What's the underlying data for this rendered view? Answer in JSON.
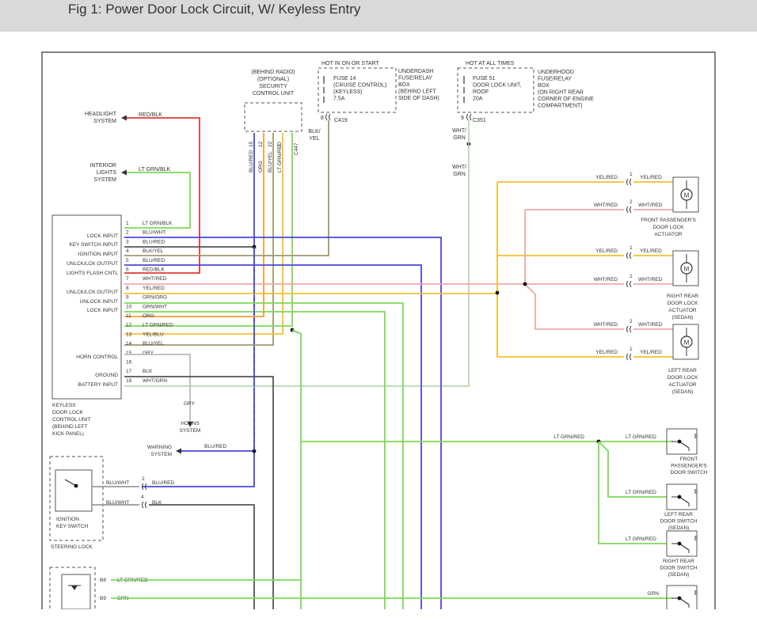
{
  "title": "Fig 1: Power Door Lock Circuit, W/ Keyless Entry",
  "colors": {
    "red": "#e53935",
    "green": "#7ed957",
    "blue": "#4a48d6",
    "orange": "#f0a030",
    "olive": "#a09870",
    "yellow": "#f2c12e",
    "pink": "#f0a8a8",
    "gray": "#888888",
    "dark": "#555555",
    "lightgreen": "#b8d8b0"
  },
  "labels": {
    "headlight": [
      "HEADLIGHT",
      "SYSTEM"
    ],
    "interior": [
      "INTERIOR",
      "LIGHTS",
      "SYSTEM"
    ],
    "security": [
      "(BEHIND RADIO)",
      "(OPTIONAL)",
      "SECURITY",
      "CONTROL UNIT"
    ],
    "hot_run": "HOT IN ON OR START",
    "fuse14": [
      "FUSE 14",
      "(CRUISE CONTROL)",
      "(KEYLESS)",
      "7.5A"
    ],
    "underdash": [
      "UNDERDASH",
      "FUSE/RELAY",
      "BOX",
      "(BEHIND LEFT",
      "SIDE OF DASH)"
    ],
    "hot_all": "HOT AT ALL TIMES",
    "fuse51": [
      "FUSE 51",
      "DOOR LOCK UNIT,",
      "ROOF",
      "20A"
    ],
    "underhood": [
      "UNDERHOOD",
      "FUSE/RELAY",
      "BOX",
      "(ON RIGHT REAR",
      "CORNER OF ENGINE",
      "COMPARTMENT)"
    ],
    "c419": "C419",
    "c351": "C351",
    "pin8": "8",
    "pin9": "9",
    "blkyel": [
      "BLK/",
      "YEL"
    ],
    "whtgrn": [
      "WHT/",
      "GRN"
    ],
    "whtgrn2": [
      "WHT/",
      "GRN"
    ],
    "sec_wires": [
      "BLU/RED",
      "ORG",
      "BLU/YEL",
      "LT GRN/RED"
    ],
    "sec_pins": [
      "15",
      "12",
      "22",
      "2"
    ],
    "c447": "C447",
    "red_blk": "RED/BLK",
    "ltgrnblk": "LT GRN/BLK",
    "fp_actuator": [
      "FRONT PASSENGER'S",
      "DOOR LOCK",
      "ACTUATOR"
    ],
    "rr_actuator": [
      "RIGHT REAR",
      "DOOR LOCK",
      "ACTUATOR",
      "(SEDAN)"
    ],
    "lr_actuator": [
      "LEFT REAR",
      "DOOR LOCK",
      "ACTUATOR",
      "(SEDAN)"
    ],
    "yelred": "YEL/RED",
    "whtred": "WHT/RED",
    "pin1": "1",
    "pin2": "2",
    "keyless_unit": [
      "KEYLESS",
      "DOOR LOCK",
      "CONTROL UNIT",
      "(BEHIND LEFT",
      "KICK PANEL)"
    ],
    "unit_inputs": [
      "LOCK INPUT",
      "KEY SWITCH INPUT",
      "IGNITION INPUT",
      "UNLCK/LCK OUTPUT",
      "LIGHTS FLASH CNTL",
      "UNLCK/LCK OUTPUT",
      "UNLOCK INPUT",
      "LOCK INPUT",
      "HORN CONTROL",
      "GROUND",
      "BATTERY INPUT"
    ],
    "pins": [
      {
        "n": "1",
        "w": "LT GRN/BLK"
      },
      {
        "n": "2",
        "w": "BLU/WHT"
      },
      {
        "n": "3",
        "w": "BLU/RED"
      },
      {
        "n": "4",
        "w": "BLK/YEL"
      },
      {
        "n": "5",
        "w": "BLU/RED"
      },
      {
        "n": "6",
        "w": "RED/BLK"
      },
      {
        "n": "7",
        "w": "WHT/RED"
      },
      {
        "n": "8",
        "w": "YEL/RED"
      },
      {
        "n": "9",
        "w": "GRN/ORG"
      },
      {
        "n": "10",
        "w": "GRN/WHT"
      },
      {
        "n": "11",
        "w": "ORG"
      },
      {
        "n": "12",
        "w": "LT GRN/RED"
      },
      {
        "n": "13",
        "w": "YEL/BLU"
      },
      {
        "n": "14",
        "w": "BLU/YEL"
      },
      {
        "n": "15",
        "w": "GRY"
      },
      {
        "n": "16",
        "w": ""
      },
      {
        "n": "17",
        "w": "BLK"
      },
      {
        "n": "18",
        "w": "WHT/GRN"
      }
    ],
    "gry": "GRY",
    "horns": [
      "HORNS",
      "SYSTEM"
    ],
    "warning": [
      "WARNING",
      "SYSTEM"
    ],
    "blured": "BLU/RED",
    "bluwht": "BLU/WHT",
    "blk": "BLK",
    "pin4": "4",
    "ignition": [
      "IGNITION",
      "KEY SWITCH"
    ],
    "steering": "STEERING LOCK",
    "ltgrnred": "LT GRN/RED",
    "grn": "GRN",
    "b8": "B8",
    "b9": "B9",
    "fp_switch": [
      "FRONT",
      "PASSENGER'S",
      "DOOR SWITCH"
    ],
    "lr_switch": [
      "LEFT REAR",
      "DOOR SWITCH",
      "(SEDAN)"
    ],
    "rr_switch": [
      "RIGHT REAR",
      "DOOR SWITCH",
      "(SEDAN)"
    ]
  }
}
